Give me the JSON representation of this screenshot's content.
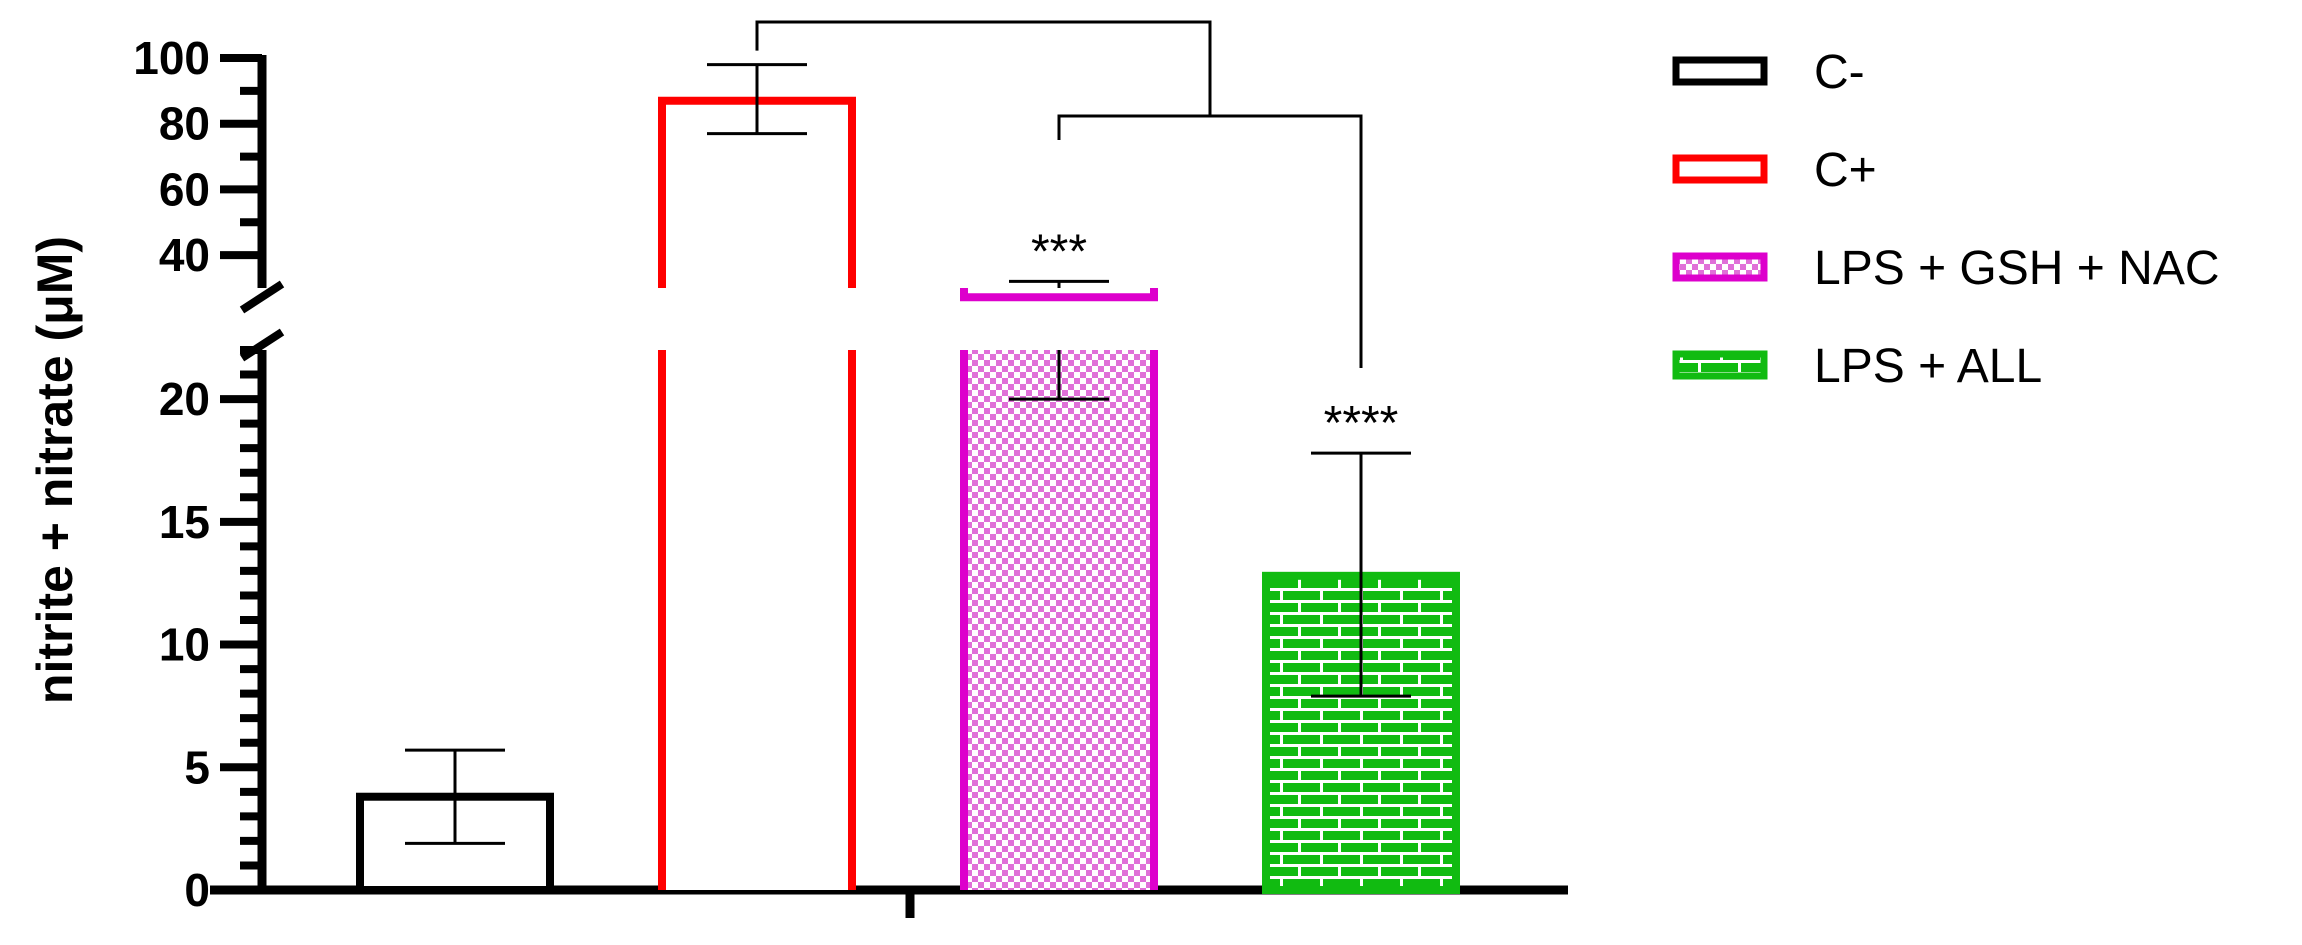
{
  "chart_data": {
    "type": "bar",
    "title": "",
    "xlabel": "",
    "ylabel": "nitrite + nitrate (μM)",
    "y_axis_break": {
      "lower_segment": [
        0,
        22
      ],
      "upper_segment": [
        30,
        100
      ]
    },
    "ylim": [
      0,
      100
    ],
    "yticks_lower": [
      "0",
      "5",
      "10",
      "15",
      "20"
    ],
    "yticks_upper": [
      "40",
      "60",
      "80",
      "100"
    ],
    "legend_position": "right",
    "categories": [
      "C-",
      "C+",
      "LPS + GSH + NAC",
      "LPS + ALL"
    ],
    "values": [
      3.8,
      87,
      27.2,
      12.8
    ],
    "error_lower": [
      1.9,
      77,
      20,
      7.9
    ],
    "error_upper": [
      5.7,
      98,
      32,
      17.8
    ],
    "significance": [
      {
        "category": "LPS + GSH + NAC",
        "label": "***"
      },
      {
        "category": "LPS + ALL",
        "label": "****"
      }
    ],
    "comparison_brackets": [
      {
        "from": "C+",
        "to": [
          "LPS + GSH + NAC",
          "LPS + ALL"
        ]
      }
    ],
    "colors": {
      "C-": "#000000",
      "C+": "#ff0000",
      "LPS + GSH + NAC": "#dd00cc",
      "LPS + ALL": "#11bb11"
    },
    "patterns": {
      "C-": "none",
      "C+": "none",
      "LPS + GSH + NAC": "checkerboard",
      "LPS + ALL": "brick"
    }
  }
}
